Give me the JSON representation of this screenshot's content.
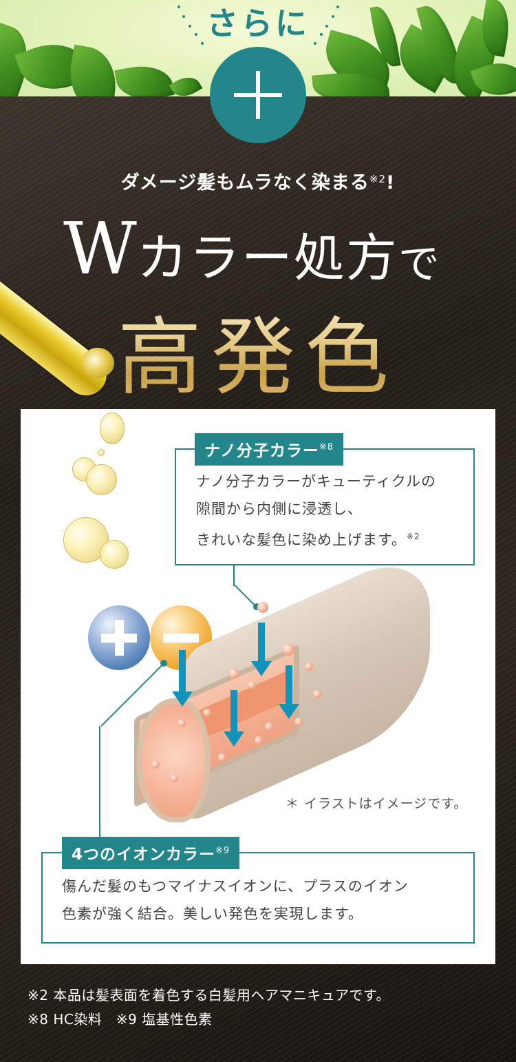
{
  "header": {
    "intro": "さらに",
    "plus_symbol": "+"
  },
  "hero": {
    "subhead": "ダメージ髪もムラなく染まる",
    "subhead_note": "※2",
    "subhead_end": "!",
    "headline_w": "W",
    "headline_rest": "カラー処方",
    "headline_de": "で",
    "big_title": "高発色"
  },
  "nano_callout": {
    "tag": "ナノ分子カラー",
    "tag_note": "※8",
    "lines": [
      "ナノ分子カラーがキューティクルの",
      "隙間から内側に浸透し、",
      "きれいな髪色に染め上げます。"
    ],
    "line3_note": "※2"
  },
  "ion_callout": {
    "tag": "4つのイオンカラー",
    "tag_note": "※9",
    "lines": [
      "傷んだ髪のもつマイナスイオンに、プラスのイオン",
      "色素が強く結合。美しい発色を実現します。"
    ]
  },
  "illustration": {
    "note": "＊ イラストはイメージです。",
    "plus_ion_icon": "plus-ion",
    "minus_ion_icon": "minus-ion"
  },
  "footnotes": {
    "line1": "※2 本品は髪表面を着色する白髪用ヘアマニキュアです。",
    "line2": "※8 HC染料　※9 塩基性色素"
  },
  "colors": {
    "teal": "#22868a",
    "arrow_blue": "#1293bc",
    "gold": "#c9a24a",
    "ion_plus": "#4f7fb6",
    "ion_minus": "#f3a020"
  }
}
